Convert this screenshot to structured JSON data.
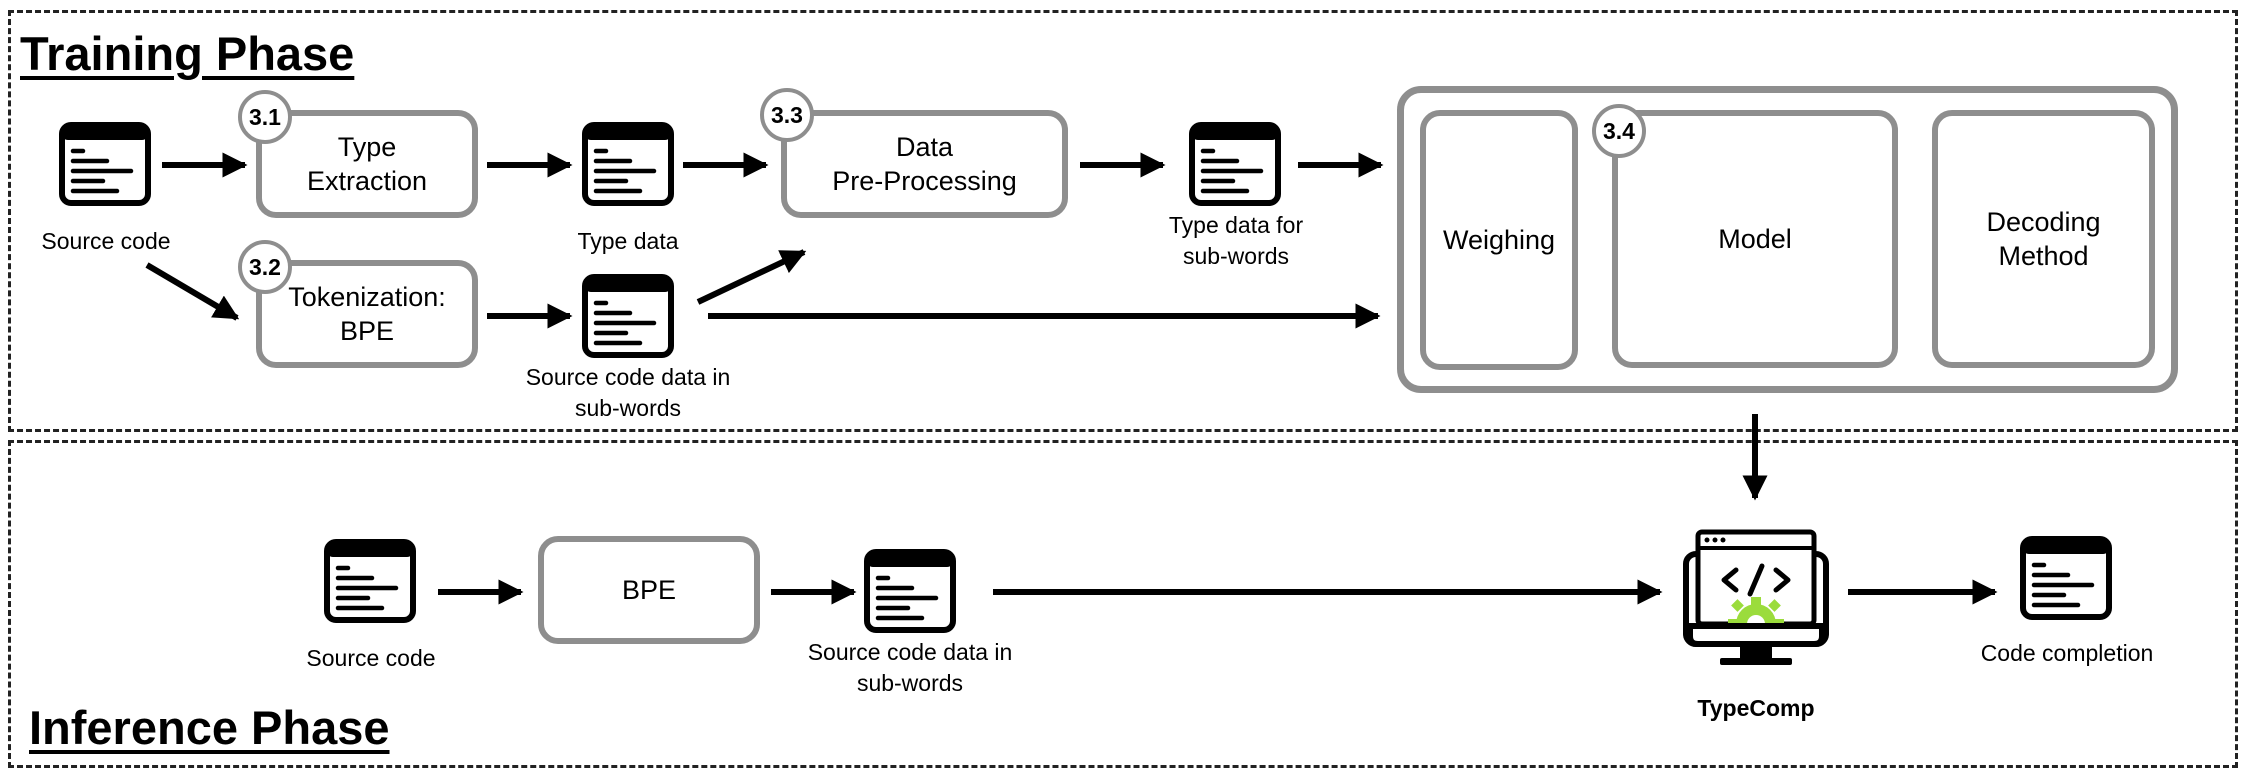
{
  "training": {
    "title": "Training Phase",
    "source_label": "Source code",
    "type_extraction": "Type\nExtraction",
    "type_extraction_badge": "3.1",
    "tokenization": "Tokenization:\nBPE",
    "tokenization_badge": "3.2",
    "preprocessing": "Data\nPre-Processing",
    "preprocessing_badge": "3.3",
    "type_data_label": "Type data",
    "subword_code_label": "Source code data in\nsub-words",
    "type_subword_label": "Type data for\nsub-words",
    "weighing": "Weighing",
    "model": "Model",
    "model_badge": "3.4",
    "decoding": "Decoding\nMethod"
  },
  "inference": {
    "title": "Inference Phase",
    "source_label": "Source code",
    "bpe": "BPE",
    "subword_code_label": "Source code data in\nsub-words",
    "typecomp_label": "TypeComp",
    "completion_label": "Code completion"
  },
  "colors": {
    "box_border": "#8e8e8e",
    "gear_accent": "#9bdc3c"
  },
  "icons": [
    "code-document-icon",
    "typecomp-monitor-icon",
    "gear-icon"
  ]
}
